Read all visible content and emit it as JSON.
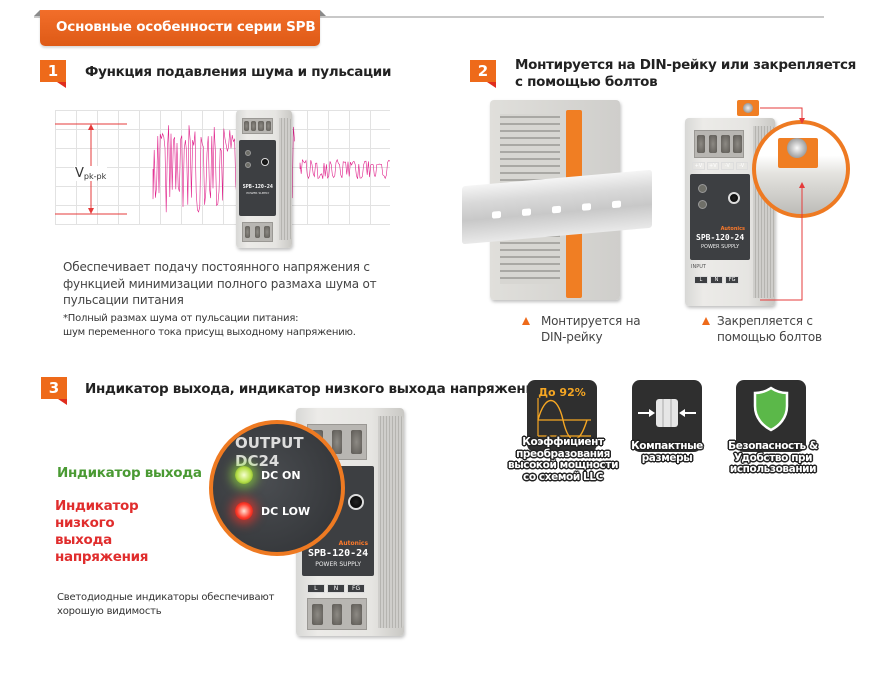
{
  "header": {
    "title": "Основные особенности серии SPB"
  },
  "colors": {
    "accent": "#ee6a1a",
    "accent_dark": "#de5a16",
    "wave": "#e0208a",
    "dimension": "#e53b3b",
    "indicator_on": "#4a9a33",
    "indicator_low": "#e02d2d",
    "icon_bg": "#2f2f2f",
    "efficiency": "#f5a623",
    "shield": "#5bb849"
  },
  "section1": {
    "number": "1",
    "title": "Функция подавления шума и пульсации",
    "vpk_main": "V",
    "vpk_sub": "pk-pk",
    "description": [
      "Обеспечивает подачу постоянного напряжения с",
      "функцией минимизации полного размаха шума от",
      "пульсации питания"
    ],
    "note": [
      "*Полный размах шума от пульсации питания:",
      "шум переменного тока присущ выходному напряжению."
    ]
  },
  "device": {
    "model": "SPB-120-24",
    "subtitle": "POWER SUPPLY",
    "brand": "Autonics",
    "output_labels": [
      "+V",
      "+V",
      "-V",
      "-V"
    ],
    "input_labels": [
      "L",
      "N",
      "FG"
    ],
    "input_title": "INPUT",
    "output_title": "OUTPUT"
  },
  "section2": {
    "number": "2",
    "title_line1": "Монтируется на DIN-рейку или закрепляется",
    "title_line2": "с помощью болтов",
    "bullets": [
      {
        "line1": "Монтируется на",
        "line2": "DIN-рейку"
      },
      {
        "line1": "Закрепляется с",
        "line2": "помощью болтов"
      }
    ]
  },
  "section3": {
    "number": "3",
    "title": "Индикатор выхода, индикатор низкого выхода напряжения",
    "indicator_on_label": "Индикатор выхода",
    "indicator_low_label_line1": "Индикатор низкого",
    "indicator_low_label_line2": "выхода напряжения",
    "zoom_output_text": "OUTPUT  DC24",
    "led_on_text": "DC ON",
    "led_low_text": "DC LOW",
    "caption": [
      "Светодиодные индикаторы обеспечивают",
      "хорошую видимость"
    ]
  },
  "features": [
    {
      "icon": "efficiency-wave-icon",
      "value": "До 92%",
      "caption": [
        "Коэффициент",
        "преобразования",
        "высокой мощности",
        "со схемой LLC"
      ]
    },
    {
      "icon": "compact-size-icon",
      "caption": [
        "Компактные",
        "размеры"
      ]
    },
    {
      "icon": "shield-icon",
      "caption": [
        "Безопасность &",
        "Удобство при",
        "использовании"
      ]
    }
  ]
}
